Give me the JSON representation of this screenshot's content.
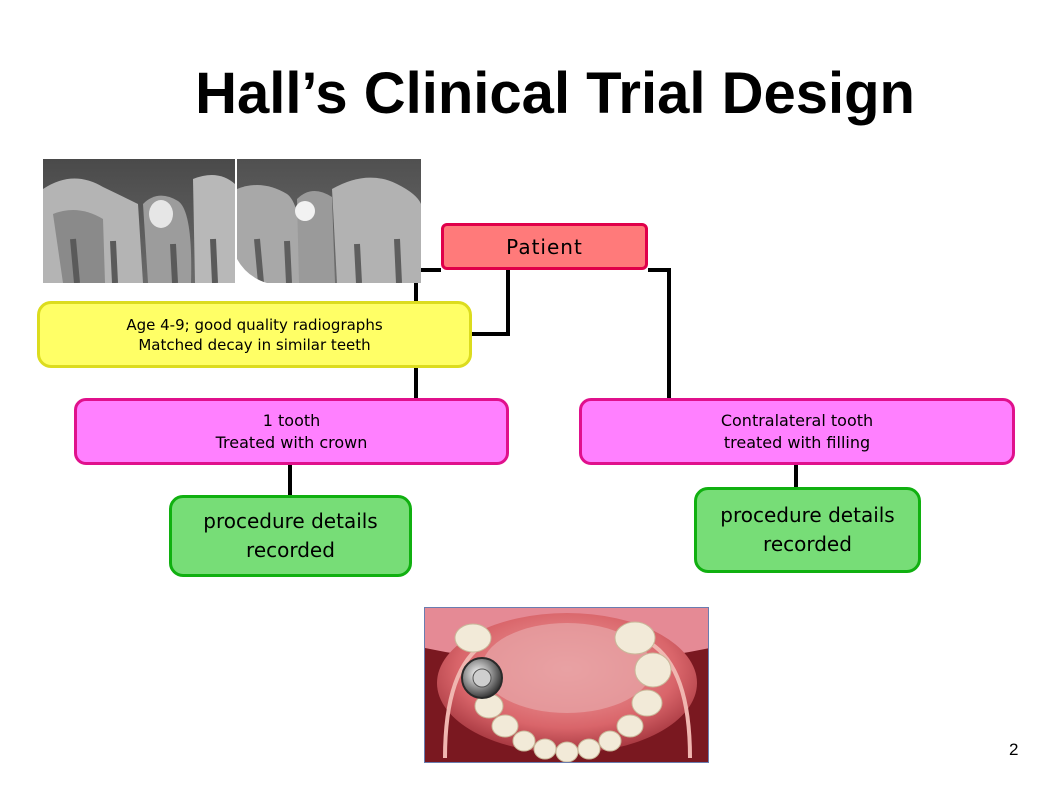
{
  "title": "Hall’s Clinical Trial Design",
  "patient_box": {
    "label": "Patient"
  },
  "criteria_box": {
    "line1": "Age 4-9; good quality radiographs",
    "line2": "Matched decay in similar teeth"
  },
  "crown_arm": {
    "line1": "1 tooth",
    "line2": "Treated with crown"
  },
  "filling_arm": {
    "line1": "Contralateral tooth",
    "line2": "treated with filling"
  },
  "crown_procedure": {
    "line1": "procedure details",
    "line2": "recorded"
  },
  "filling_procedure": {
    "line1": "procedure details",
    "line2": "recorded"
  },
  "images": {
    "xray_left": "dental-radiograph",
    "xray_right": "dental-radiograph",
    "clinical_photo": "mouth-with-stainless-steel-crown"
  },
  "colors": {
    "patient_fill": "#ff7a7a",
    "patient_border": "#e0004a",
    "criteria_fill": "#ffff66",
    "criteria_border": "#dcdc1e",
    "arm_fill": "#ff80ff",
    "arm_border": "#e0108c",
    "procedure_fill": "#77dd77",
    "procedure_border": "#10b010",
    "connector": "#000000"
  },
  "page_number": "2"
}
